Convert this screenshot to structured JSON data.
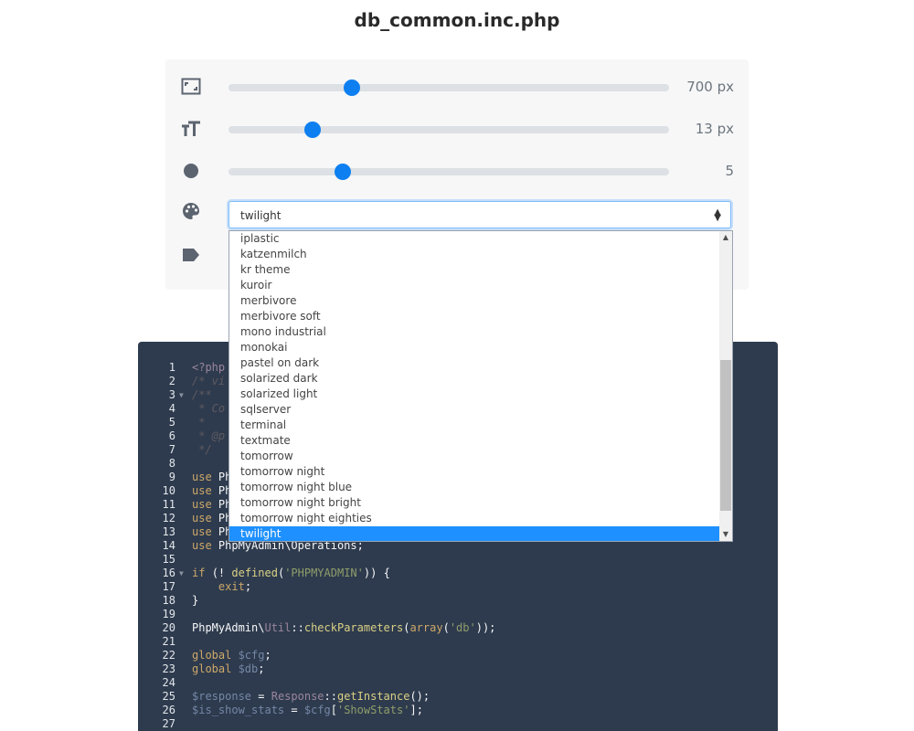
{
  "page": {
    "title": "db_common.inc.php"
  },
  "controls": {
    "width_value": "700 px",
    "width_fraction": 0.28,
    "font_value": "13 px",
    "font_fraction": 0.19,
    "padding_value": "5",
    "padding_fraction": 0.26,
    "theme_selected": "twilight"
  },
  "dropdown": {
    "options": [
      "iplastic",
      "katzenmilch",
      "kr theme",
      "kuroir",
      "merbivore",
      "merbivore soft",
      "mono industrial",
      "monokai",
      "pastel on dark",
      "solarized dark",
      "solarized light",
      "sqlserver",
      "terminal",
      "textmate",
      "tomorrow",
      "tomorrow night",
      "tomorrow night blue",
      "tomorrow night bright",
      "tomorrow night eighties",
      "twilight"
    ],
    "selected_index": 19
  },
  "code": {
    "lines": [
      {
        "n": "1",
        "fold": false,
        "parts": [
          [
            "cl",
            "<?php"
          ]
        ]
      },
      {
        "n": "2",
        "fold": false,
        "parts": [
          [
            "cm",
            "/* vi"
          ]
        ]
      },
      {
        "n": "3",
        "fold": true,
        "parts": [
          [
            "cm",
            "/**"
          ]
        ]
      },
      {
        "n": "4",
        "fold": false,
        "parts": [
          [
            "cm",
            " * Co"
          ]
        ]
      },
      {
        "n": "5",
        "fold": false,
        "parts": [
          [
            "cm",
            " *"
          ]
        ]
      },
      {
        "n": "6",
        "fold": false,
        "parts": [
          [
            "cm",
            " * @p"
          ]
        ]
      },
      {
        "n": "7",
        "fold": false,
        "parts": [
          [
            "cm",
            " */"
          ]
        ]
      },
      {
        "n": "8",
        "fold": false,
        "parts": []
      },
      {
        "n": "9",
        "fold": false,
        "parts": [
          [
            "kw",
            "use "
          ],
          [
            "pl",
            "Ph"
          ]
        ]
      },
      {
        "n": "10",
        "fold": false,
        "parts": [
          [
            "kw",
            "use "
          ],
          [
            "pl",
            "Ph"
          ]
        ]
      },
      {
        "n": "11",
        "fold": false,
        "parts": [
          [
            "kw",
            "use "
          ],
          [
            "pl",
            "Ph"
          ]
        ]
      },
      {
        "n": "12",
        "fold": false,
        "parts": [
          [
            "kw",
            "use "
          ],
          [
            "pl",
            "Ph"
          ]
        ]
      },
      {
        "n": "13",
        "fold": false,
        "parts": [
          [
            "kw",
            "use "
          ],
          [
            "pl",
            "Ph"
          ]
        ]
      },
      {
        "n": "14",
        "fold": false,
        "parts": [
          [
            "kw",
            "use "
          ],
          [
            "pl",
            "PhpMyAdmin\\Operations;"
          ]
        ]
      },
      {
        "n": "15",
        "fold": false,
        "parts": []
      },
      {
        "n": "16",
        "fold": true,
        "parts": [
          [
            "kw",
            "if "
          ],
          [
            "pl",
            "(! "
          ],
          [
            "fn",
            "defined"
          ],
          [
            "pl",
            "("
          ],
          [
            "st",
            "'PHPMYADMIN'"
          ],
          [
            "pl",
            ")) {"
          ]
        ]
      },
      {
        "n": "17",
        "fold": false,
        "parts": [
          [
            "pl",
            "    "
          ],
          [
            "kw",
            "exit"
          ],
          [
            "pl",
            ";"
          ]
        ]
      },
      {
        "n": "18",
        "fold": false,
        "parts": [
          [
            "pl",
            "}"
          ]
        ]
      },
      {
        "n": "19",
        "fold": false,
        "parts": []
      },
      {
        "n": "20",
        "fold": false,
        "parts": [
          [
            "pl",
            "PhpMyAdmin\\"
          ],
          [
            "cl",
            "Util"
          ],
          [
            "pl",
            "::"
          ],
          [
            "fn",
            "checkParameters"
          ],
          [
            "pl",
            "("
          ],
          [
            "kw",
            "array"
          ],
          [
            "pl",
            "("
          ],
          [
            "st",
            "'db'"
          ],
          [
            "pl",
            "));"
          ]
        ]
      },
      {
        "n": "21",
        "fold": false,
        "parts": []
      },
      {
        "n": "22",
        "fold": false,
        "parts": [
          [
            "kw",
            "global "
          ],
          [
            "vr",
            "$cfg"
          ],
          [
            "pl",
            ";"
          ]
        ]
      },
      {
        "n": "23",
        "fold": false,
        "parts": [
          [
            "kw",
            "global "
          ],
          [
            "vr",
            "$db"
          ],
          [
            "pl",
            ";"
          ]
        ]
      },
      {
        "n": "24",
        "fold": false,
        "parts": []
      },
      {
        "n": "25",
        "fold": false,
        "parts": [
          [
            "vr",
            "$response"
          ],
          [
            "pl",
            " = "
          ],
          [
            "cl",
            "Response"
          ],
          [
            "pl",
            "::"
          ],
          [
            "fn",
            "getInstance"
          ],
          [
            "pl",
            "();"
          ]
        ]
      },
      {
        "n": "26",
        "fold": false,
        "parts": [
          [
            "vr",
            "$is_show_stats"
          ],
          [
            "pl",
            " = "
          ],
          [
            "vr",
            "$cfg"
          ],
          [
            "pl",
            "["
          ],
          [
            "st",
            "'ShowStats'"
          ],
          [
            "pl",
            "];"
          ]
        ]
      },
      {
        "n": "27",
        "fold": false,
        "parts": []
      }
    ]
  }
}
